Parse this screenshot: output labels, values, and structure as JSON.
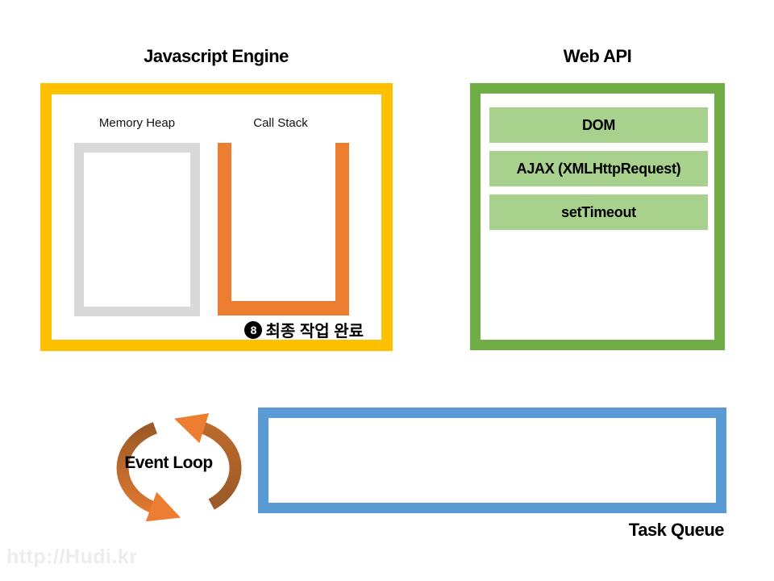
{
  "colors": {
    "yellow": "#FFC000",
    "orange": "#ED7D31",
    "orange-dark": "#A05D28",
    "green": "#70AD47",
    "light-green": "#A9D18E",
    "blue": "#5B9BD5",
    "gray": "#D9D9D9"
  },
  "js_engine": {
    "title": "Javascript Engine",
    "memory_heap_label": "Memory Heap",
    "call_stack_label": "Call Stack",
    "step_badge": "8",
    "step_caption": "최종 작업 완료"
  },
  "web_api": {
    "title": "Web API",
    "items": [
      {
        "label": "DOM"
      },
      {
        "label": "AJAX (XMLHttpRequest)"
      },
      {
        "label": "setTimeout"
      }
    ]
  },
  "event_loop": {
    "label": "Event Loop"
  },
  "task_queue": {
    "label": "Task Queue"
  },
  "watermark": {
    "text": "http://Hudi.kr"
  }
}
